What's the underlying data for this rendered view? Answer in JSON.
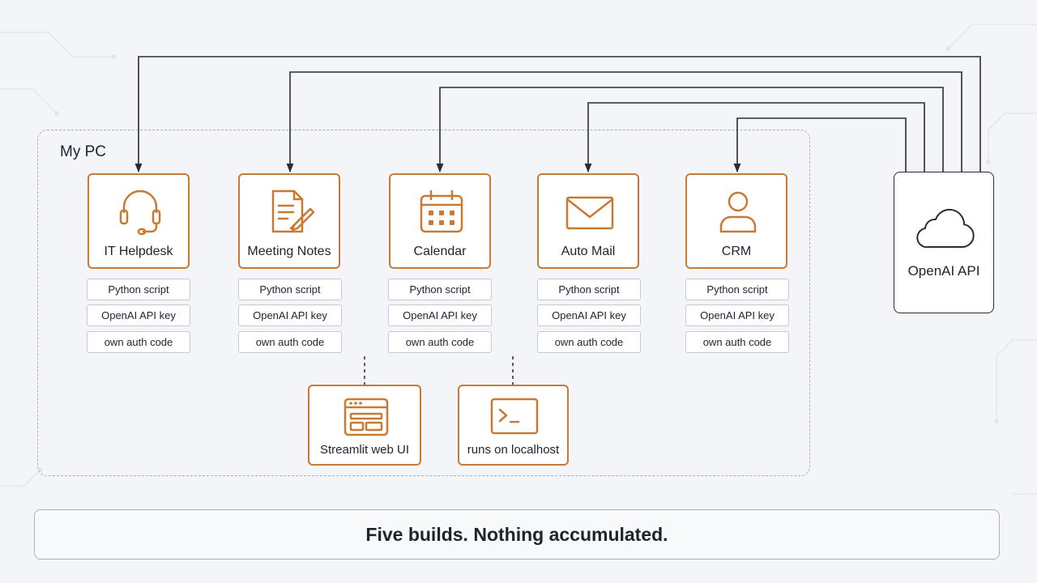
{
  "container": {
    "label": "My PC"
  },
  "apps": [
    {
      "name": "IT Helpdesk",
      "icon": "headset-icon",
      "chips": [
        "Python script",
        "OpenAI API key",
        "own auth code"
      ]
    },
    {
      "name": "Meeting Notes",
      "icon": "document-pen-icon",
      "chips": [
        "Python script",
        "OpenAI API key",
        "own auth code"
      ]
    },
    {
      "name": "Calendar",
      "icon": "calendar-icon",
      "chips": [
        "Python script",
        "OpenAI API key",
        "own auth code"
      ]
    },
    {
      "name": "Auto Mail",
      "icon": "envelope-icon",
      "chips": [
        "Python script",
        "OpenAI API key",
        "own auth code"
      ]
    },
    {
      "name": "CRM",
      "icon": "user-icon",
      "chips": [
        "Python script",
        "OpenAI API key",
        "own auth code"
      ]
    }
  ],
  "tools": [
    {
      "name": "Streamlit web UI",
      "icon": "browser-window-icon"
    },
    {
      "name": "runs on localhost",
      "icon": "terminal-icon"
    }
  ],
  "api": {
    "name": "OpenAI API",
    "icon": "cloud-icon"
  },
  "footer": {
    "text": "Five builds. Nothing accumulated."
  },
  "colors": {
    "accent": "#c87a33",
    "line": "#272c38",
    "dashed": "#aab1bd",
    "background": "#f3f5f8"
  }
}
